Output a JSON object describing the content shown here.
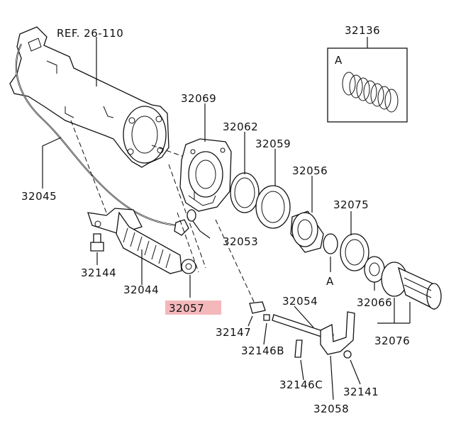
{
  "labels": {
    "ref": "REF. 26-110",
    "p32045": "32045",
    "p32069": "32069",
    "p32062": "32062",
    "p32059": "32059",
    "p32056": "32056",
    "p32075": "32075",
    "p32136": "32136",
    "boxA": "A",
    "ringA": "A",
    "p32053": "32053",
    "p32144": "32144",
    "p32044": "32044",
    "p32057": "32057",
    "p32054": "32054",
    "p32066": "32066",
    "p32076": "32076",
    "p32147": "32147",
    "p32146B": "32146B",
    "p32146C": "32146C",
    "p32141": "32141",
    "p32058": "32058"
  },
  "colors": {
    "highlight_fill": "#f4b8bb",
    "line": "#111111",
    "background": "#ffffff"
  }
}
